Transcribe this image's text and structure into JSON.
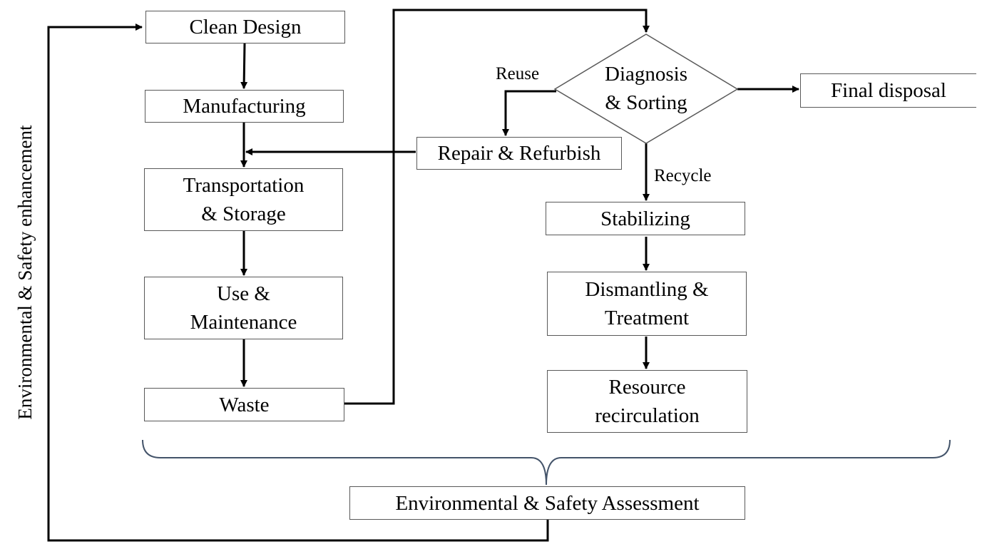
{
  "nodes": {
    "clean_design": "Clean Design",
    "manufacturing": "Manufacturing",
    "transportation_storage": "Transportation\n& Storage",
    "use_maintenance": "Use &\nMaintenance",
    "waste": "Waste",
    "diagnosis_sorting": "Diagnosis\n& Sorting",
    "final_disposal": "Final disposal",
    "repair_refurbish": "Repair & Refurbish",
    "stabilizing": "Stabilizing",
    "dismantling_treatment": "Dismantling &\nTreatment",
    "resource_recirculation": "Resource\nrecirculation",
    "assessment": "Environmental & Safety Assessment"
  },
  "edge_labels": {
    "reuse": "Reuse",
    "recycle": "Recycle"
  },
  "side_label": "Environmental & Safety enhancement",
  "colors": {
    "line": "#000000",
    "box_border": "#595959",
    "brace": "#44546a"
  }
}
